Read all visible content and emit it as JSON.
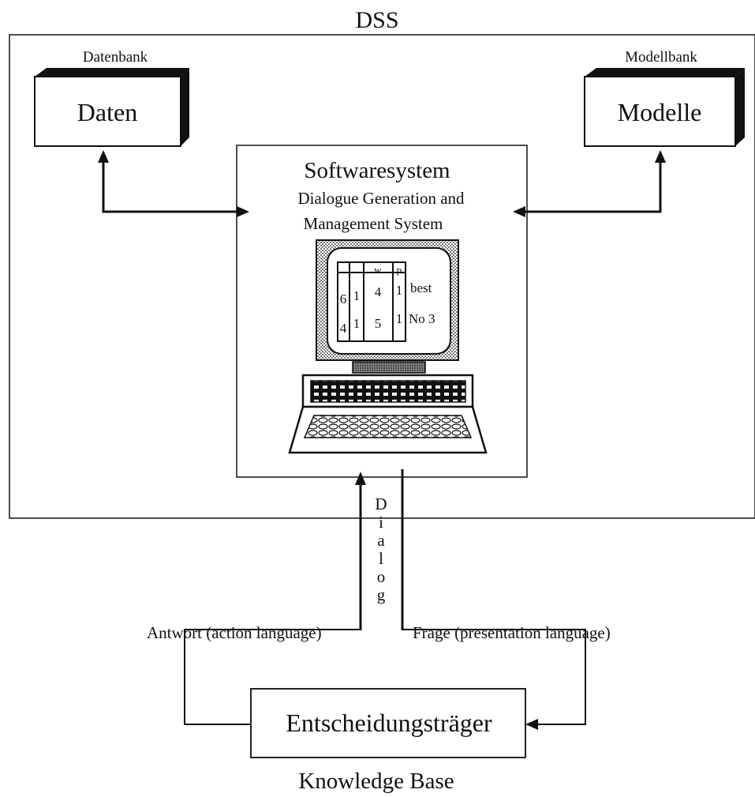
{
  "diagram": {
    "title": "DSS",
    "database": {
      "caption": "Datenbank",
      "label": "Daten"
    },
    "modelbank": {
      "caption": "Modellbank",
      "label": "Modelle"
    },
    "software": {
      "title": "Softwaresystem",
      "subtitle_line1": "Dialogue Generation and",
      "subtitle_line2": "Management System"
    },
    "screen": {
      "head_w": "w",
      "head_p": "p",
      "col1": [
        "6",
        "4"
      ],
      "col2": [
        "1",
        "1"
      ],
      "col3": [
        "4",
        "5"
      ],
      "col4": [
        "1",
        "1"
      ],
      "side_text1": "best",
      "side_text2": "No 3"
    },
    "dialog_letters": [
      "D",
      "i",
      "a",
      "l",
      "o",
      "g"
    ],
    "answer_label": "Antwort (action language)",
    "question_label": "Frage (presentation language)",
    "decider": "Entscheidungsträger",
    "knowledge_base": "Knowledge Base"
  }
}
